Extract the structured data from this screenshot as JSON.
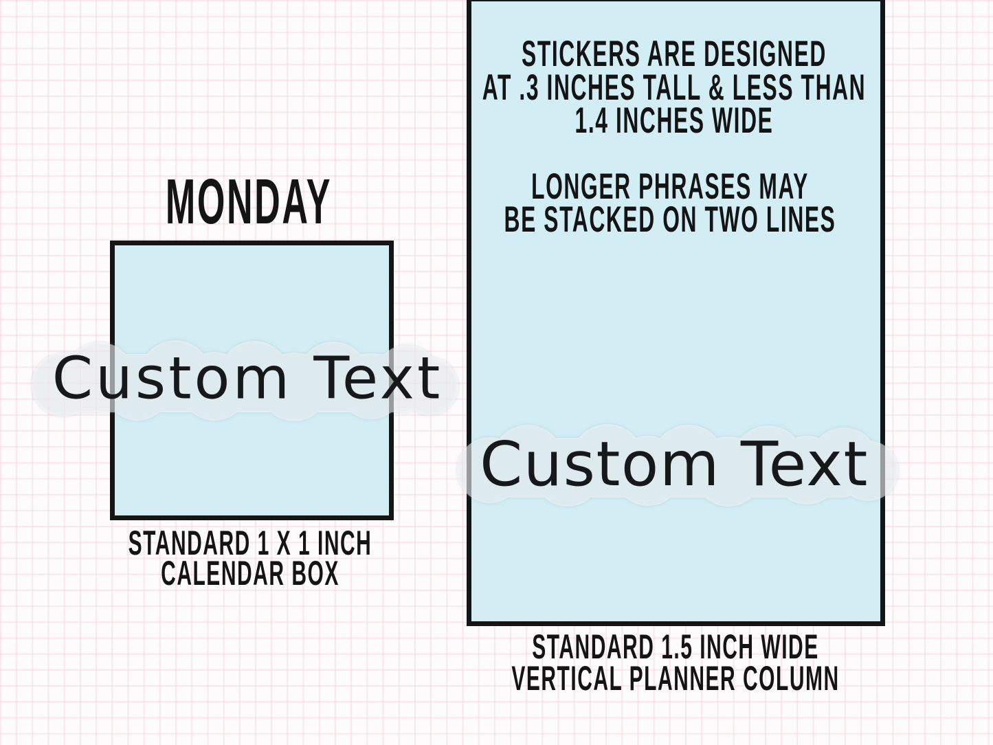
{
  "left_panel": {
    "day_label": "MONDAY",
    "sticker_text": "Custom Text",
    "caption_line1": "STANDARD 1 X 1 INCH",
    "caption_line2": "CALENDAR BOX"
  },
  "right_panel": {
    "info_block1": [
      "STICKERS ARE DESIGNED",
      "AT .3 INCHES TALL & LESS THAN",
      "1.4 INCHES WIDE"
    ],
    "info_block2": [
      "LONGER PHRASES MAY",
      "BE STACKED ON TWO LINES"
    ],
    "sticker_text": "Custom Text",
    "caption_line1": "STANDARD 1.5 INCH WIDE",
    "caption_line2": "VERTICAL PLANNER COLUMN"
  },
  "colors": {
    "shape_fill": "#d2edf4",
    "shape_border": "#151515",
    "grid_line": "#f4c8d4",
    "background": "#fdfbfb",
    "sticker_cloud": "#ffffff",
    "text": "#141414"
  }
}
